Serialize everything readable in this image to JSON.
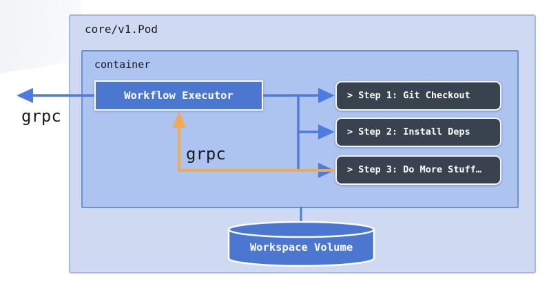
{
  "diagram": {
    "pod_label": "core/v1.Pod",
    "container_label": "container",
    "executor_label": "Workflow Executor",
    "steps": [
      {
        "label": "> Step 1: Git Checkout"
      },
      {
        "label": "> Step 2: Install Deps"
      },
      {
        "label": "> Step 3: Do More Stuff…"
      }
    ],
    "volume_label": "Workspace Volume",
    "grpc_left_label": "grpc",
    "grpc_internal_label": "grpc",
    "colors": {
      "pod_fill": "#cfdaf2",
      "pod_border": "#a4b8e4",
      "container_fill": "#adc3f0",
      "container_border": "#6b8fd8",
      "node_blue_fill": "#4b77d1",
      "step_fill": "#39434f",
      "step_border": "#f5f7fa",
      "arrow_blue": "#4c7ce0",
      "arrow_orange": "#f0ab50",
      "label_text": "#17191e",
      "node_text": "#ffffff"
    }
  }
}
